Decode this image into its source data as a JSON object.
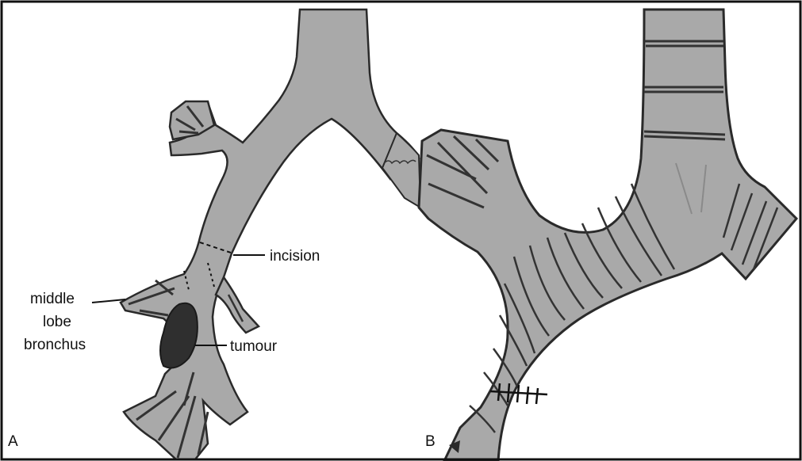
{
  "panels": [
    {
      "id": "A",
      "label": "A"
    },
    {
      "id": "B",
      "label": "B"
    }
  ],
  "annotations": {
    "incision": "incision",
    "middle_lobe_bronchus": [
      "middle",
      "lobe",
      "bronchus"
    ],
    "tumour": "tumour"
  },
  "colors": {
    "airway_fill": "#a9a9a9",
    "airway_outline": "#2a2a2a",
    "cartilage_stroke": "#333333",
    "tumour_fill": "#2f2f2f",
    "frame": "#111111",
    "background": "#ffffff"
  }
}
